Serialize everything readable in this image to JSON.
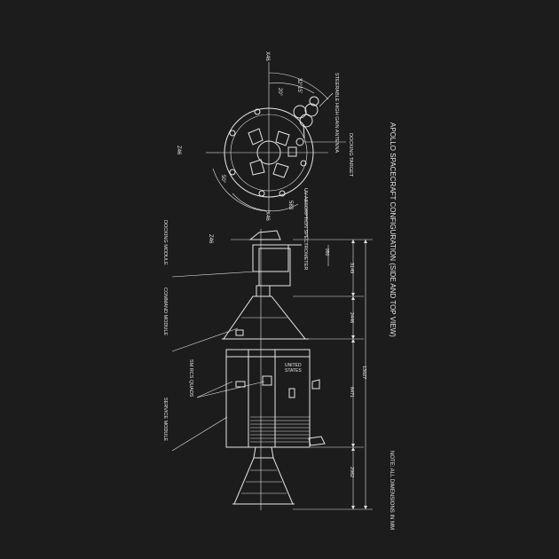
{
  "colors": {
    "background": "#1c1c1c",
    "line": "#e6e6e6"
  },
  "title": "APOLLO SPACECRAFT CONFIGURATION (SIDE AND TOP VIEW)",
  "note": "NOTE: ALL DIMENSIONS IN MM",
  "labels": {
    "docking_module": "DOCKING MODULE",
    "command_module": "COMMAND MODULE",
    "sm_rcs_quads": "SM RCS QUADS",
    "service_module": "SERVICE MODULE",
    "uv_absorption": "UV ABSORPTION SPECTROMETER",
    "docking_target": "DOCKING TARGET",
    "high_gain_antenna": "STEERABLE HIGH GAIN ANTENNA",
    "united_states": "UNITED STATES"
  },
  "dimensions": {
    "overall": "13027",
    "docking_module": "3149",
    "command_module": "2446",
    "service_module": "6471",
    "engine_bell": "2962",
    "small_offset": "950"
  },
  "axes": {
    "x_top": "X46",
    "x_left": "Z46",
    "x_bottom": "X46",
    "z_side": "Z46"
  },
  "angles": {
    "a1": "20°",
    "a2": "32°15'",
    "a3": "50°",
    "a4": "583"
  }
}
